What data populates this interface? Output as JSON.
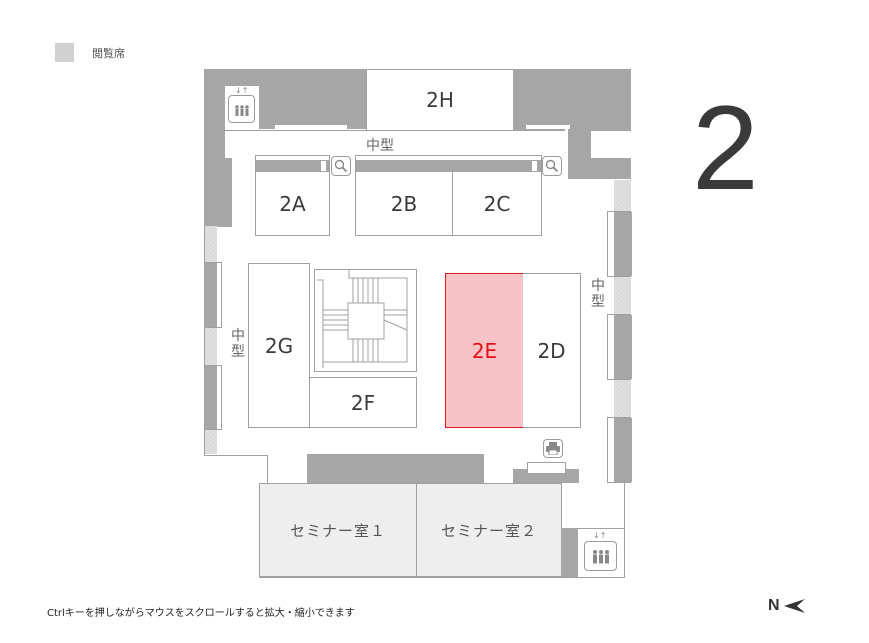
{
  "legend": {
    "label": "閲覧席",
    "swatch_color": "#d0d0d0"
  },
  "floor": {
    "number": "2"
  },
  "rooms": {
    "r2A": "2A",
    "r2B": "2B",
    "r2C": "2C",
    "r2D": "2D",
    "r2E": "2E",
    "r2F": "2F",
    "r2G": "2G",
    "r2H": "2H"
  },
  "selected_room": "2E",
  "selected_color": "#f8c3c6",
  "seminar_rooms": [
    "セミナー室１",
    "セミナー室２"
  ],
  "area_labels": {
    "top": "中型",
    "left": "中型",
    "right": "中型"
  },
  "icons": [
    "elevator-icon",
    "elevator-icon",
    "search-icon",
    "search-icon",
    "printer-icon"
  ],
  "footer": {
    "hint": "Ctrlキーを押しながらマウスをスクロールすると拡大・縮小できます"
  },
  "compass": {
    "label": "N",
    "arrow": "➤"
  }
}
